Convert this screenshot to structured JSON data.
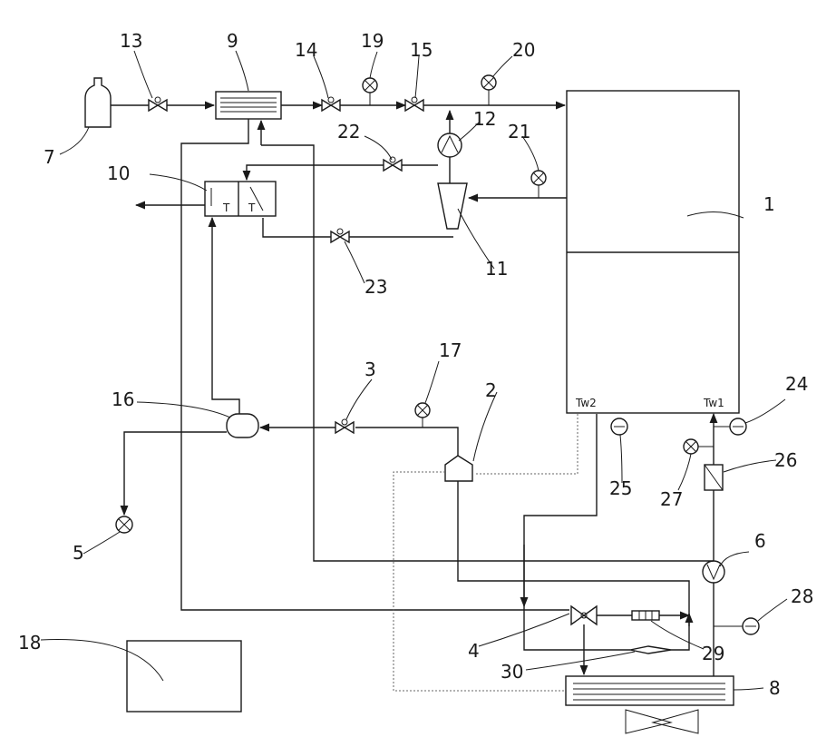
{
  "labels": {
    "l1": "1",
    "l2": "2",
    "l3": "3",
    "l4": "4",
    "l5": "5",
    "l6": "6",
    "l7": "7",
    "l8": "8",
    "l9": "9",
    "l10": "10",
    "l11": "11",
    "l12": "12",
    "l13": "13",
    "l14": "14",
    "l15": "15",
    "l16": "16",
    "l17": "17",
    "l18": "18",
    "l19": "19",
    "l20": "20",
    "l21": "21",
    "l22": "22",
    "l23": "23",
    "l24": "24",
    "l25": "25",
    "l26": "26",
    "l27": "27",
    "l28": "28",
    "l29": "29",
    "l30": "30"
  },
  "sensor_labels": {
    "tw1": "Tw1",
    "tw2": "Tw2"
  }
}
